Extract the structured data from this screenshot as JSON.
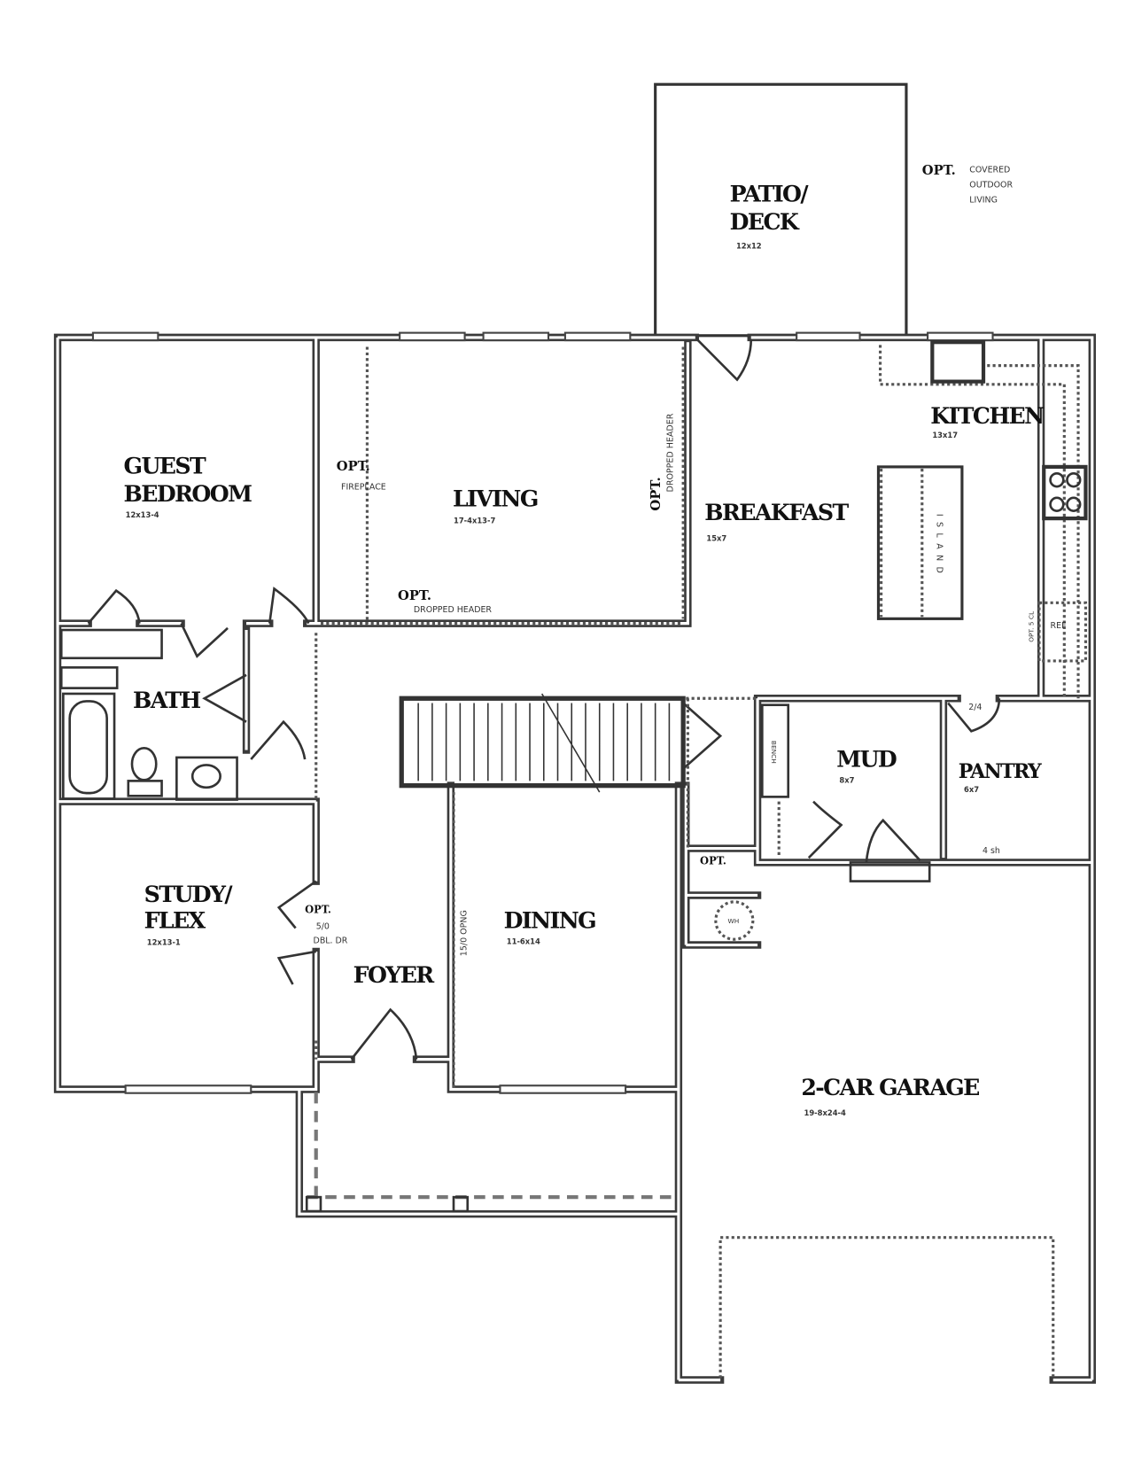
{
  "rooms": {
    "patio": {
      "label1": "PATIO/",
      "label2": "DECK",
      "dim": "12x12"
    },
    "covered": {
      "opt": "OPT.",
      "line1": "COVERED",
      "line2": "OUTDOOR",
      "line3": "LIVING"
    },
    "guest": {
      "label1": "GUEST",
      "label2": "BEDROOM",
      "dim": "12x13-4"
    },
    "living": {
      "label": "LIVING",
      "dim": "17-4x13-7",
      "fireplace_opt": "OPT.",
      "fireplace": "FIREPLACE",
      "header_opt": "OPT.",
      "header": "DROPPED HEADER",
      "side_opt": "OPT.",
      "side_header": "DROPPED HEADER"
    },
    "breakfast": {
      "label": "BREAKFAST",
      "dim": "15x7"
    },
    "kitchen": {
      "label": "KITCHEN",
      "dim": "13x17",
      "island": "ISLAND",
      "ref": "REF",
      "ref_side": "OPT. 5 CL"
    },
    "bath": {
      "label": "BATH"
    },
    "study": {
      "label1": "STUDY/",
      "label2": "FLEX",
      "dim": "12x13-1",
      "door_opt": "OPT.",
      "door_size": "5/0",
      "door_type": "DBL. DR"
    },
    "foyer": {
      "label": "FOYER"
    },
    "dining": {
      "label": "DINING",
      "dim": "11-6x14",
      "opening": "15/0 OPNG"
    },
    "mud": {
      "label": "MUD",
      "dim": "8x7",
      "bench": "BENCH"
    },
    "pantry": {
      "label": "PANTRY",
      "dim": "6x7",
      "door": "2/4",
      "shelf": "4 sh"
    },
    "closet": {
      "opt": "OPT."
    },
    "water_heater": {
      "label": "WH"
    },
    "garage": {
      "label": "2-CAR GARAGE",
      "dim": "19-8x24-4"
    }
  }
}
